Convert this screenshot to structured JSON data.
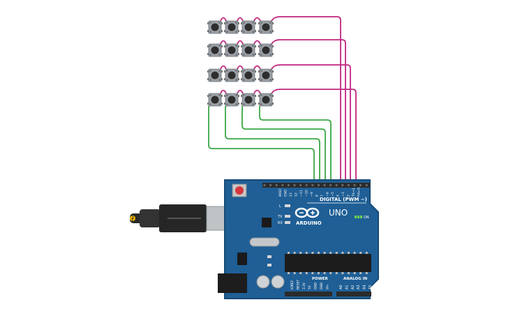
{
  "board": {
    "brand": "ARDUINO",
    "model": "UNO",
    "digital_header": "DIGITAL (PWM ~)",
    "power_header": "POWER",
    "analog_header": "ANALOG IN",
    "on_label": "ON",
    "l_label": "L",
    "tx_label": "TX",
    "rx_label": "RX",
    "digital_pins": [
      "AREF",
      "GND",
      "13",
      "12",
      "~11",
      "~10",
      "~9",
      "8",
      "7",
      "~6",
      "~5",
      "4",
      "~3",
      "2",
      "TX→1",
      "RX←0"
    ],
    "power_pins": [
      "IOREF",
      "RESET",
      "3.3V",
      "5V",
      "GND",
      "GND",
      "Vin"
    ],
    "analog_pins": [
      "A0",
      "A1",
      "A2",
      "A3",
      "A4",
      "A5"
    ]
  },
  "keypad": {
    "rows": 4,
    "cols": 4
  },
  "colors": {
    "board": "#1f5f96",
    "board_edge": "#174a77",
    "header": "#2b2b2b",
    "wire_row": "#c0267f",
    "wire_col": "#3aa845",
    "button_body": "#9aa0a6",
    "button_cap": "#2e2e2e"
  },
  "icons": [
    "usb-cable-icon",
    "reset-button-icon",
    "arduino-logo-icon",
    "power-led-icon"
  ]
}
